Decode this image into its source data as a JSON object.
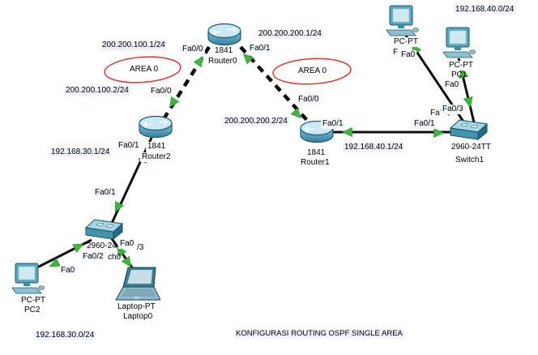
{
  "caption": "KONFIGURASI ROUTING OSPF SINGLE AREA",
  "annotations": {
    "area_left": "AREA 0",
    "area_right": "AREA 0"
  },
  "ips": {
    "wan1_r0": "200.200.100.1/24",
    "wan2_r0": "200.200.200.1/24",
    "wan1_r2": "200.200.100.2/24",
    "wan2_r1": "200.200.200.2/24",
    "lan30_gw": "192.168.30.1/24",
    "lan40_gw": "192.168.40.1/24",
    "lan40_net": "192.168.40.0/24",
    "lan30_net": "192.168.30.0/24"
  },
  "devices": {
    "router0": {
      "model": "1841",
      "name": "Router0"
    },
    "router1": {
      "model": "1841",
      "name": "Router1"
    },
    "router2": {
      "model": "1841",
      "name": "Router2"
    },
    "switch0": {
      "model_visible": "2960-24",
      "name_visible": "ch0"
    },
    "switch1": {
      "model": "2960-24TT",
      "name": "Switch1"
    },
    "pc_top_left": {
      "model": "PC-PT",
      "name_visible": "F"
    },
    "pc_top_right": {
      "model": "PC-PT",
      "name_visible": "PC1"
    },
    "pc2": {
      "model": "PC-PT",
      "name": "PC2"
    },
    "laptop0": {
      "model": "Laptop-PT",
      "name": "Laptop0"
    }
  },
  "ports": {
    "r0_left": "Fa0/0",
    "r0_right": "Fa0/1",
    "r2_wan": "Fa0/0",
    "r1_wan": "Fa0/0",
    "r2_lan": "Fa0/1",
    "r2_lan_low": "Fa0/1",
    "r1_lan": "Fa0/1",
    "s1_r1": "Fa0/1",
    "s1_left_frag": "Fa",
    "s1_pc_right": "Fa0/3",
    "pc_top_left": "Fa0",
    "pc_top_right": "Fa0",
    "s0_pc2": "Fa0/2",
    "s0_laptop": "Fa0",
    "s0_laptop_frag": "/3",
    "pc2": "Fa0"
  },
  "colors": {
    "area_ellipse": "#e03535",
    "link": "#0f0f0f",
    "link_arrow": "#3fb53f"
  }
}
